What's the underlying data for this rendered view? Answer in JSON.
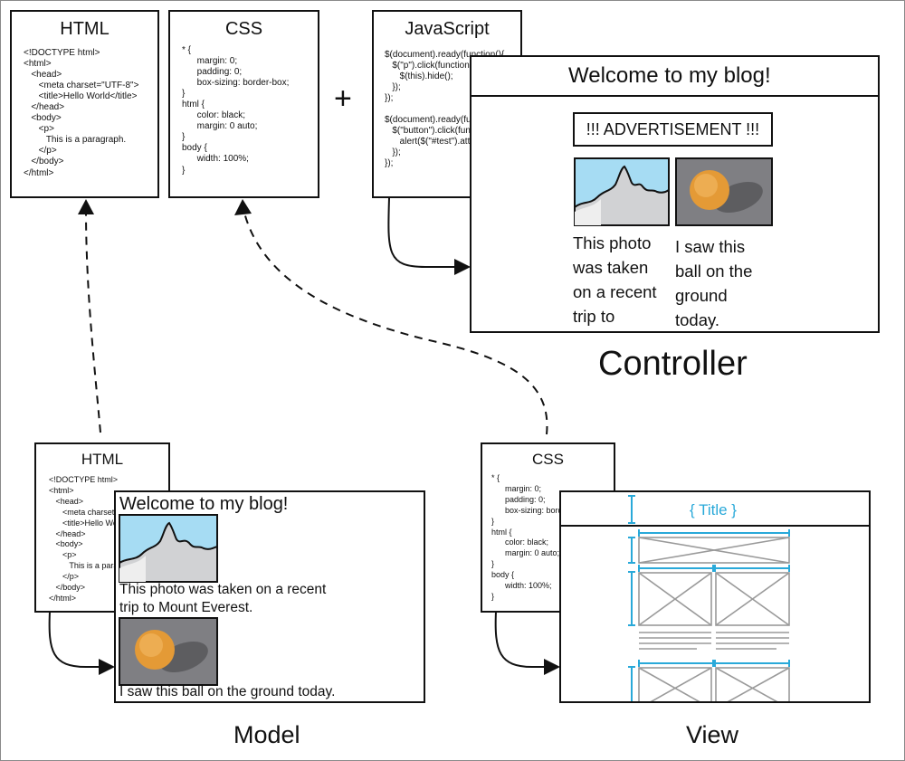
{
  "top": {
    "html_box": {
      "title": "HTML",
      "code": "<!DOCTYPE html>\n<html>\n   <head>\n      <meta charset=\"UTF-8\">\n      <title>Hello World</title>\n   </head>\n   <body>\n      <p>\n         This is a paragraph.\n      </p>\n   </body>\n</html>"
    },
    "css_box": {
      "title": "CSS",
      "code": "* {\n      margin: 0;\n      padding: 0;\n      box-sizing: border-box;\n}\nhtml {\n      color: black;\n      margin: 0 auto;\n}\nbody {\n      width: 100%;\n}"
    },
    "plus": "+",
    "js_box": {
      "title": "JavaScript",
      "code": "$(document).ready(function(){\n   $(\"p\").click(function(){\n      $(this).hide();\n   });\n});\n\n$(document).ready(function(){\n   $(\"button\").click(function(){\n      alert($(\"#test\").attr(\"href\"));\n   });\n});"
    },
    "controller_page": {
      "title": "Welcome to my blog!",
      "ad": "!!! ADVERTISEMENT !!!",
      "caption_1": "This photo\nwas taken\non a recent\ntrip to",
      "caption_2": "I saw this\nball on the\nground\ntoday."
    }
  },
  "labels": {
    "controller": "Controller",
    "model": "Model",
    "view": "View"
  },
  "model": {
    "html_box": {
      "title": "HTML",
      "code": "<!DOCTYPE html>\n<html>\n   <head>\n      <meta charset=\"UTF-8\">\n      <title>Hello World</title>\n   </head>\n   <body>\n      <p>\n         This is a paragraph.\n      </p>\n   </body>\n</html>"
    },
    "page": {
      "title": "Welcome to my blog!",
      "caption_1": "This photo was taken on a recent\ntrip to Mount Everest.",
      "caption_2": "I saw this ball on the ground today."
    }
  },
  "view": {
    "css_box": {
      "title": "CSS",
      "code": "* {\n      margin: 0;\n      padding: 0;\n      box-sizing: border-box;\n}\nhtml {\n      color: black;\n      margin: 0 auto;\n}\nbody {\n      width: 100%;\n}"
    },
    "wireframe": {
      "title_placeholder": "{ Title }"
    }
  },
  "colors": {
    "sky": "#a6dcf3",
    "mountain": "#d1d2d4",
    "ball_bg": "#7f7f83",
    "ball": "#e49a36",
    "wireframe_accent": "#29a9d9",
    "wireframe_lines": "#9a9a9a"
  }
}
